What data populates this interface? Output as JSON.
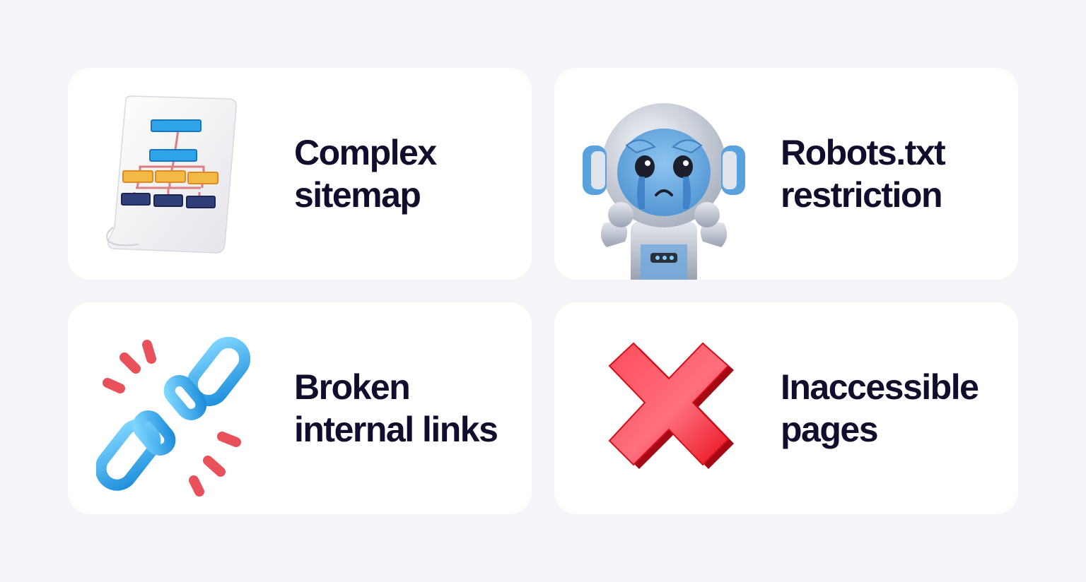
{
  "cards": [
    {
      "icon": "sitemap-document-icon",
      "line1": "Complex",
      "line2": "sitemap"
    },
    {
      "icon": "crying-robot-icon",
      "line1": "Robots.txt",
      "line2": "restriction"
    },
    {
      "icon": "broken-chain-icon",
      "line1": "Broken",
      "line2": "internal links"
    },
    {
      "icon": "red-cross-icon",
      "line1": "Inaccessible",
      "line2": "pages"
    }
  ],
  "colors": {
    "background": "#f5f5f9",
    "card": "#ffffff",
    "text": "#0f0f2d",
    "chain_blue": "#3bb3f2",
    "cross_red": "#e8101e",
    "spark_red": "#e8505a"
  }
}
